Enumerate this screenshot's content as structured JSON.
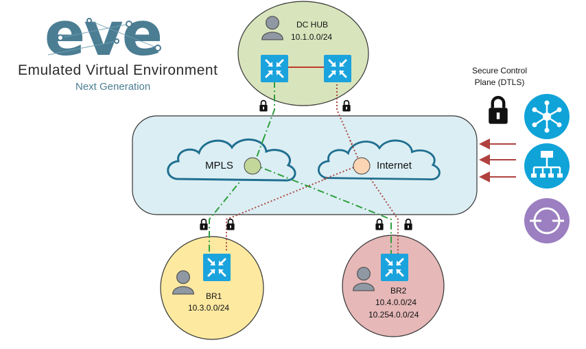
{
  "logo": {
    "wordmark": "eve",
    "title": "Emulated Virtual Environment",
    "subtitle": "Next Generation",
    "colors": {
      "main": "#4b7d93",
      "ring": "#6f9fb3"
    }
  },
  "dc_hub": {
    "name": "DC HUB",
    "subnet": "10.1.0.0/24",
    "fill": "#d8e4bc",
    "icons": [
      "user-icon",
      "router-icon",
      "router-icon"
    ]
  },
  "wan": {
    "fill": "#dbeef4",
    "clouds": [
      {
        "name": "MPLS",
        "dot_color": "#c4d79b",
        "link_style": "dash-dot",
        "link_color": "#2e9e3e"
      },
      {
        "name": "Internet",
        "dot_color": "#fcd5b4",
        "link_style": "dotted",
        "link_color": "#a8473f"
      }
    ]
  },
  "branches": [
    {
      "name": "BR1",
      "subnets": [
        "10.3.0.0/24"
      ],
      "fill": "#fde9a0"
    },
    {
      "name": "BR2",
      "subnets": [
        "10.4.0.0/24",
        "10.254.0.0/24"
      ],
      "fill": "#e6b8b8"
    }
  ],
  "control_plane": {
    "label_line1": "Secure Control",
    "label_line2": "Plane (DTLS)",
    "icons": [
      "vsmart-icon",
      "vbond-icon",
      "vmanage-icon"
    ],
    "colors": {
      "blue": "#0fa3d8",
      "purple": "#9b7fc0",
      "arrow": "#b0413e"
    }
  },
  "colors": {
    "router": "#1aa3dd",
    "outline": "#333333"
  }
}
